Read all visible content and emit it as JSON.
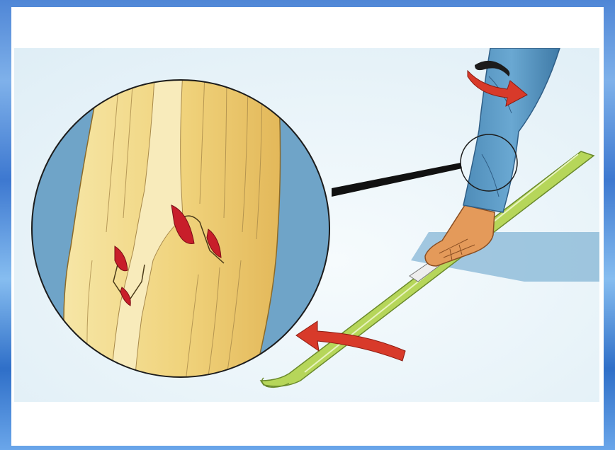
{
  "scene": {
    "colors": {
      "background": "#e9f3f8",
      "ski": "#b6d65a",
      "pants": "#5f9cc7",
      "boot": "#e49a5a",
      "rotation_arrows": "#d83a2a",
      "bone": "#f1d98a",
      "fracture": "#c81e2a",
      "magnifier_bg": "#6fa4c8"
    },
    "icons": [
      "magnifier-callout",
      "rotation-arrow",
      "rotation-arrow"
    ]
  }
}
